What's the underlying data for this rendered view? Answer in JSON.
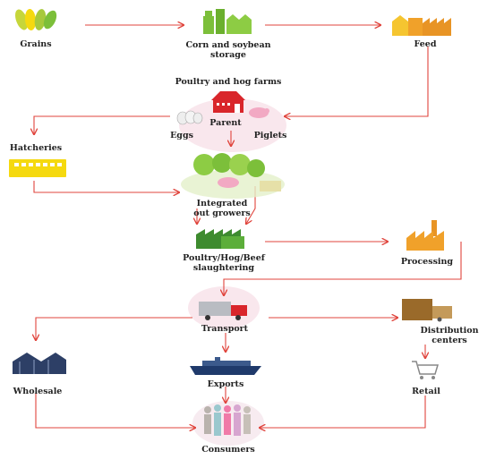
{
  "nodes": {
    "grains": {
      "label": "Grains",
      "icon": "grains-icon"
    },
    "storage": {
      "label": "Corn and soybean\nstorage",
      "icon": "storage-silo-icon"
    },
    "feed": {
      "label": "Feed",
      "icon": "feed-mill-icon"
    },
    "farms": {
      "label": "Poultry and hog farms",
      "icon": "barn-icon"
    },
    "parent": {
      "label": "Parent"
    },
    "eggs": {
      "label": "Eggs",
      "icon": "eggs-icon"
    },
    "piglets": {
      "label": "Piglets",
      "icon": "pig-icon"
    },
    "hatcheries": {
      "label": "Hatcheries",
      "icon": "hatchery-icon"
    },
    "growers": {
      "label": "Integrated\nout growers",
      "icon": "trees-icon"
    },
    "slaughtering": {
      "label": "Poultry/Hog/Beef\nslaughtering",
      "icon": "slaughterhouse-icon"
    },
    "processing": {
      "label": "Processing",
      "icon": "factory-icon"
    },
    "transport": {
      "label": "Transport",
      "icon": "truck-icon"
    },
    "distribution": {
      "label": "Distribution\ncenters",
      "icon": "distribution-truck-icon"
    },
    "wholesale": {
      "label": "Wholesale",
      "icon": "warehouse-icon"
    },
    "exports": {
      "label": "Exports",
      "icon": "ship-icon"
    },
    "retail": {
      "label": "Retail",
      "icon": "shopping-cart-icon"
    },
    "consumers": {
      "label": "Consumers",
      "icon": "people-icon"
    }
  },
  "colors": {
    "arrow": "#e0443c",
    "green": "#7cbf3a",
    "orange": "#f0a12a",
    "red": "#d9262b",
    "yellow": "#f5d90f",
    "navy": "#2d3f66",
    "brown": "#9a6a2a",
    "pink_haze": "#f6d9e4"
  }
}
